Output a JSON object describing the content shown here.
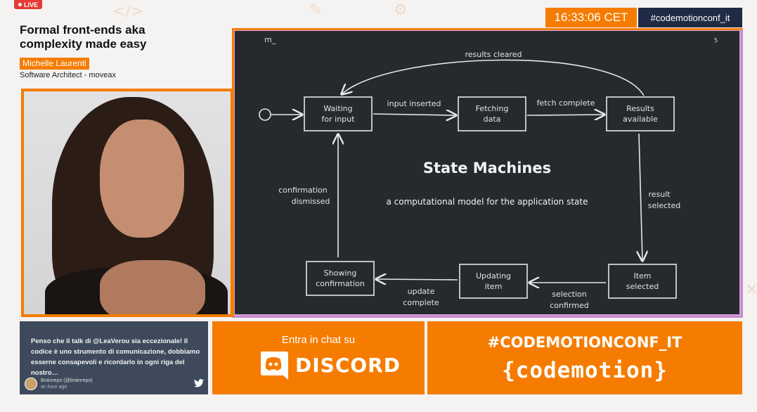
{
  "live_badge": "LIVE",
  "clock": "16:33:06 CET",
  "hashtag_top": "#codemotionconf_it",
  "talk": {
    "title": "Formal front-ends aka complexity made easy",
    "speaker_name": "Michelle Laurenti",
    "speaker_role": "Software Architect - moveax"
  },
  "slide": {
    "logo": "m_",
    "page_number": "5",
    "title": "State Machines",
    "subtitle": "a computational model for the application state",
    "states": {
      "waiting_line1": "Waiting",
      "waiting_line2": "for input",
      "fetching_line1": "Fetching",
      "fetching_line2": "data",
      "results_line1": "Results",
      "results_line2": "available",
      "item_line1": "Item",
      "item_line2": "selected",
      "updating_line1": "Updating",
      "updating_line2": "item",
      "showing_line1": "Showing",
      "showing_line2": "confirmation"
    },
    "transitions": {
      "results_cleared": "results cleared",
      "input_inserted": "input inserted",
      "fetch_complete": "fetch complete",
      "result_selected_line1": "result",
      "result_selected_line2": "selected",
      "selection_confirmed_line1": "selection",
      "selection_confirmed_line2": "confirmed",
      "update_complete_line1": "update",
      "update_complete_line2": "complete",
      "confirmation_dismissed_line1": "confirmation",
      "confirmation_dismissed_line2": "dismissed"
    }
  },
  "tweet": {
    "text": "Penso che il talk di @LeaVerou sia eccezionale! Il codice è uno strumento di comunicazione, dobbiamo esserne consapevoli e ricordarlo in ogni riga del nostro…",
    "handle": "Brainrepo (@brainrepo)",
    "time": "an hour ago",
    "icon": "twitter-bird-icon"
  },
  "chat": {
    "label": "Entra in chat su",
    "service": "DISCORD",
    "icon": "discord-icon"
  },
  "brand": {
    "hashtag": "#CODEMOTIONCONF_IT",
    "logo": "{codemotion}"
  },
  "colors": {
    "accent": "#f57c00",
    "dark_navy": "#1f2a44",
    "slide_bg": "#262a2f",
    "live_red": "#e53935"
  }
}
